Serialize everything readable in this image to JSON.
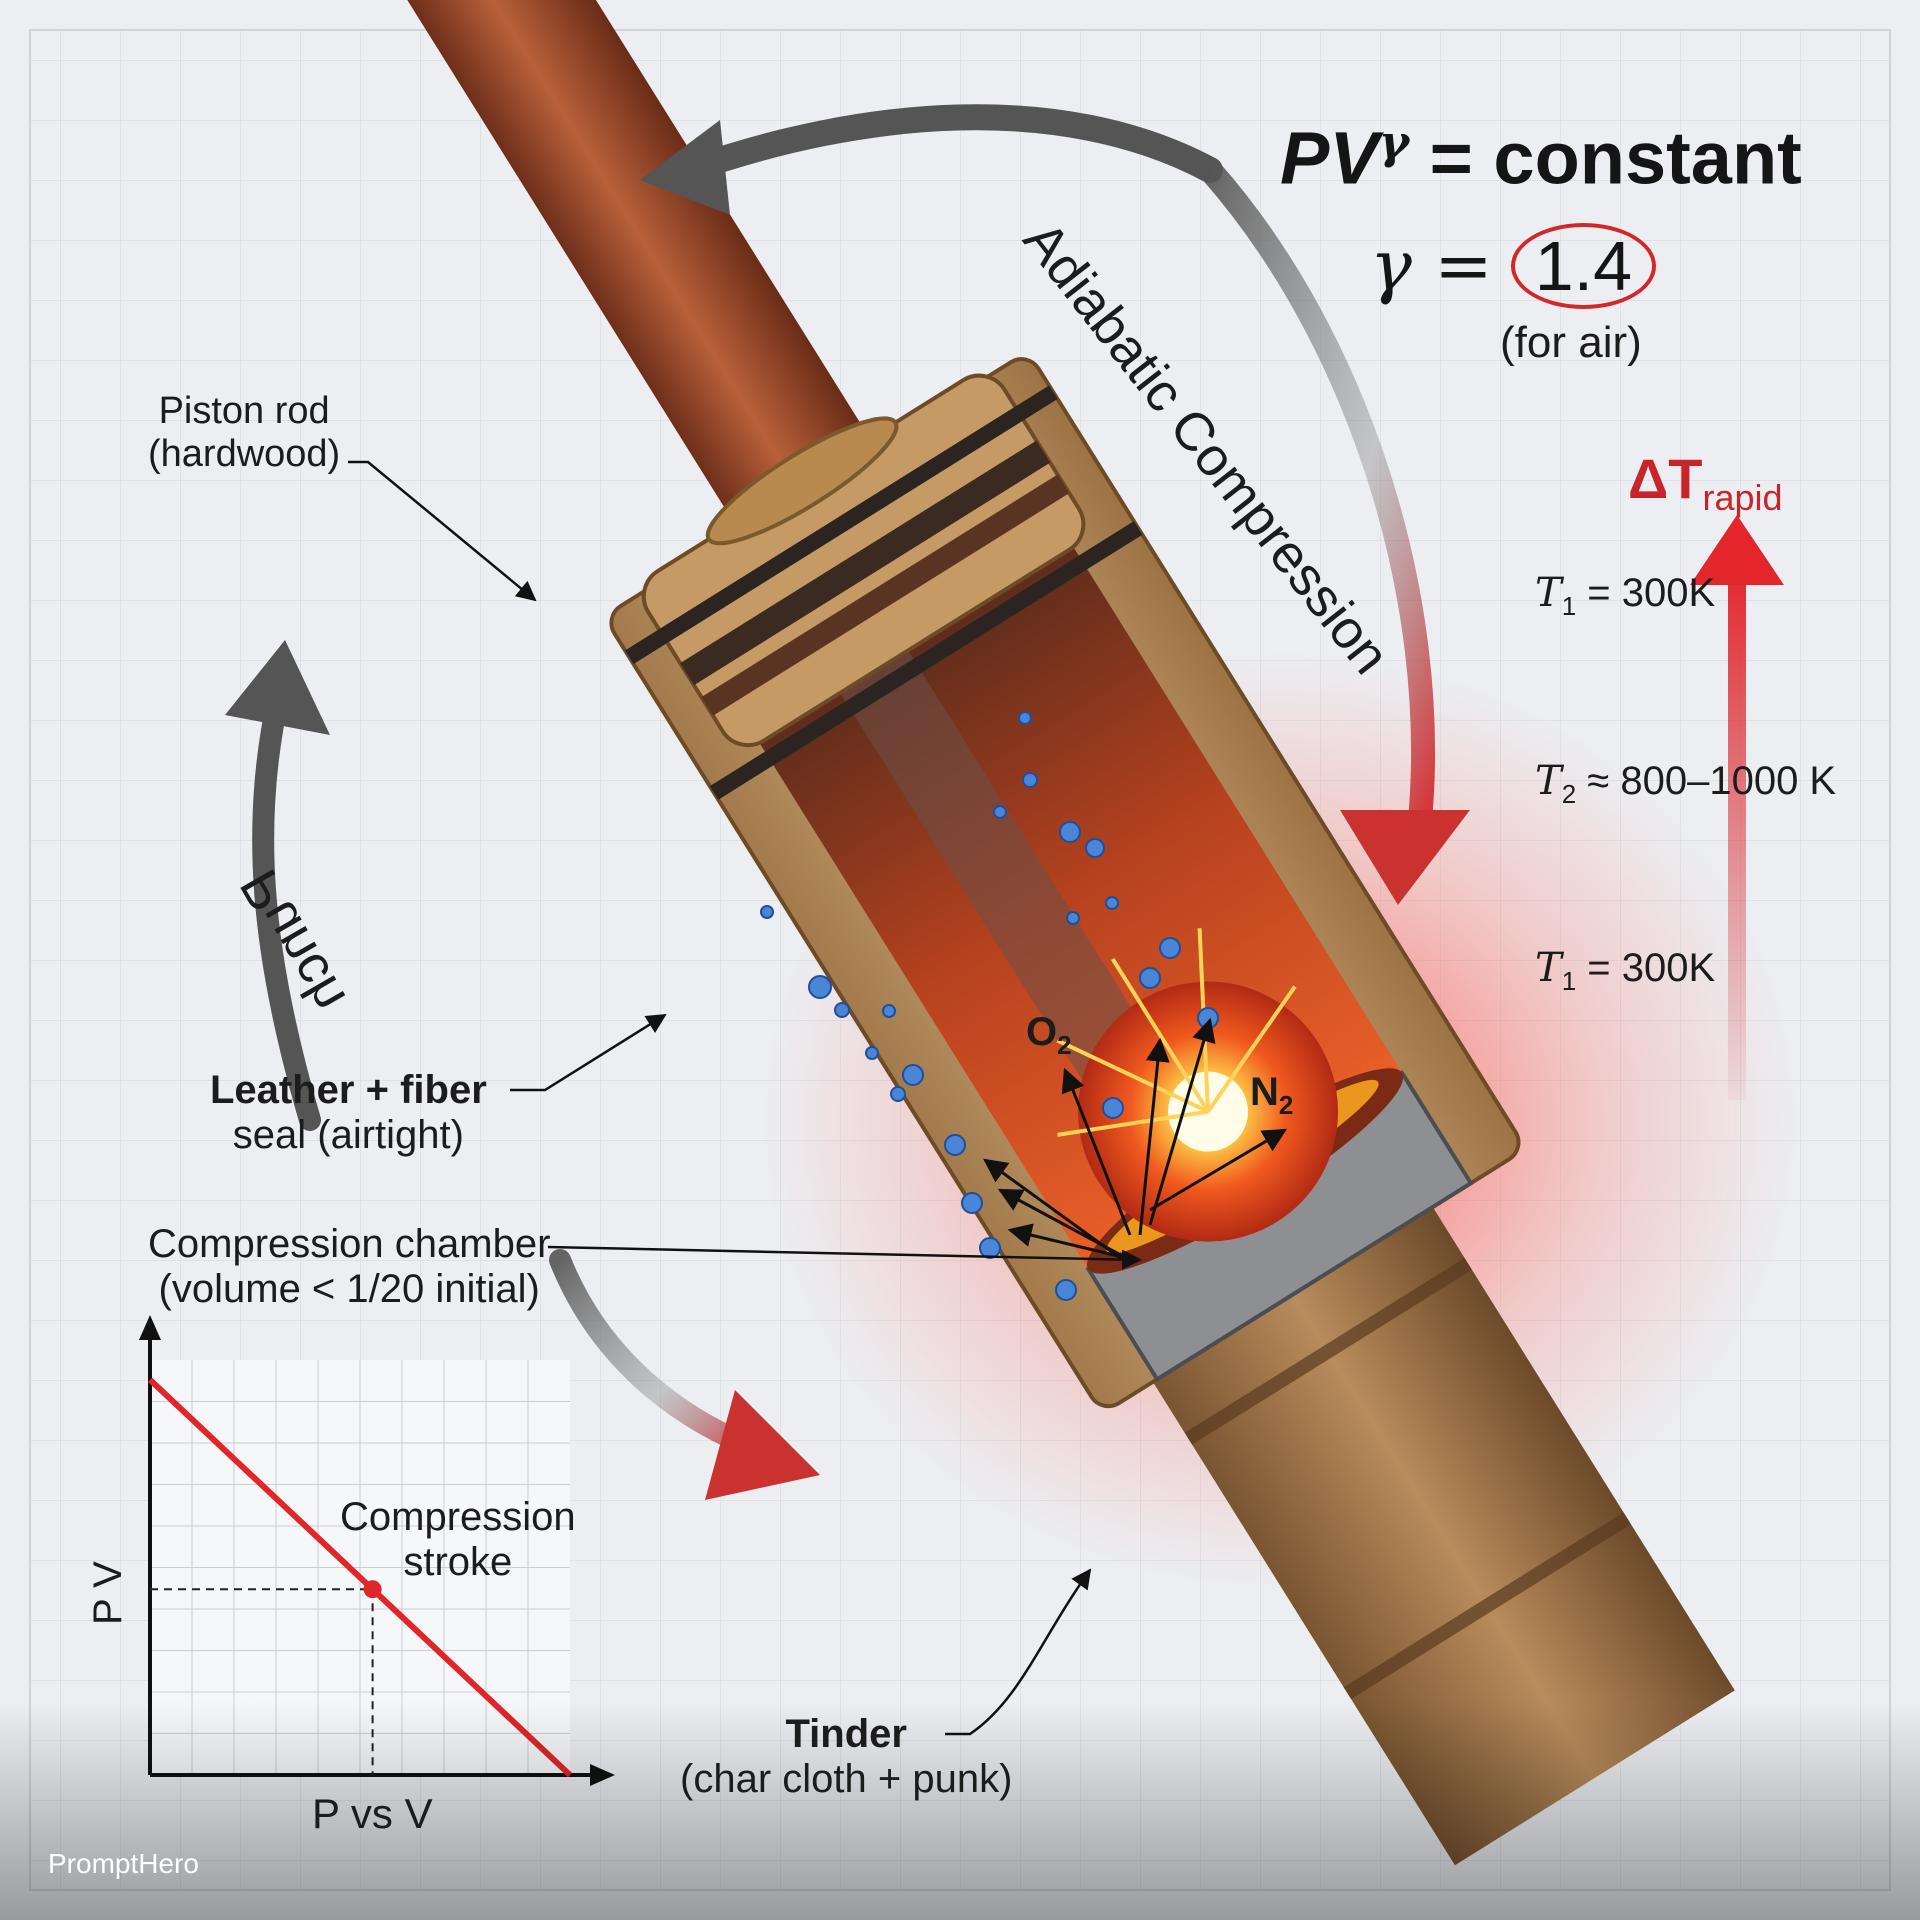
{
  "formula": {
    "main_prefix": "PV",
    "main_exponent": "γ",
    "main_suffix": "= constant",
    "gamma_symbol": "γ =",
    "gamma_value": "1.4",
    "gamma_note": "(for air)"
  },
  "temperature": {
    "delta_prefix": "ΔT",
    "delta_sub": "rapid",
    "top_var": "T",
    "top_sub": "1",
    "top_value": "= 300K",
    "mid_var": "T",
    "mid_sub": "2",
    "mid_value": "≈ 800–1000 K",
    "bottom_var": "T",
    "bottom_sub": "1",
    "bottom_value": "= 300K"
  },
  "arc_labels": {
    "adiabatic": "Adiabatic Compression",
    "punch": "Punch"
  },
  "callouts": {
    "piston_rod_line1": "Piston rod",
    "piston_rod_line2": "(hardwood)",
    "seal_line1": "Leather + fiber",
    "seal_line2": "seal (airtight)",
    "chamber_line1": "Compression chamber",
    "chamber_line2": "(volume < 1/20 initial)",
    "tinder_line1": "Tinder",
    "tinder_line2": "(char cloth + punk)"
  },
  "molecules": {
    "o2_base": "O",
    "o2_sub": "2",
    "n2_base": "N",
    "n2_sub": "2"
  },
  "chart_data": {
    "type": "line",
    "title": "",
    "xlabel": "P vs V",
    "ylabel": "P V",
    "annotation_line1": "Compression",
    "annotation_line2": "stroke",
    "series": [
      {
        "x": [
          0,
          1
        ],
        "y": [
          1,
          0
        ]
      }
    ],
    "marked_point": {
      "x": 0.53,
      "y": 0.47
    },
    "xlim": [
      0,
      1
    ],
    "ylim": [
      0,
      1.05
    ],
    "grid": true,
    "colors": {
      "line": "#e0262b",
      "grid": "#c9ced6",
      "axis": "#111111"
    }
  },
  "colors": {
    "wood_light": "#c9a472",
    "wood_dark": "#8a6238",
    "rod": "#9b4a2a",
    "heat": "#e9431f",
    "accent_red": "#d2272b",
    "molecule": "#4a86d8"
  },
  "watermark": "PromptHero"
}
